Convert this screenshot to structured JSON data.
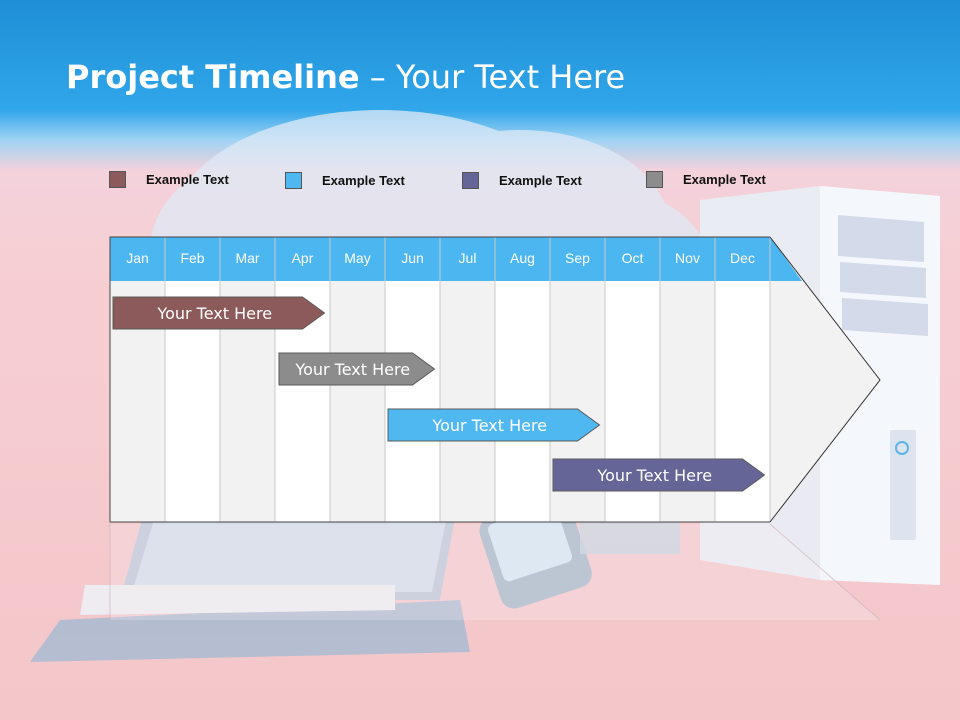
{
  "slide": {
    "title_bold": "Project Timeline",
    "title_rest": " – Your Text Here"
  },
  "colors": {
    "header_blue": "#31a6ea",
    "task1": "#8c5a5a",
    "task2": "#8c8c8c",
    "task3": "#4fb8f0",
    "task4": "#656598",
    "month_header": "#4cb6f0"
  },
  "legend": [
    {
      "label": "Example Text",
      "color": "#8c5a5a"
    },
    {
      "label": "Example Text",
      "color": "#4fb8f0"
    },
    {
      "label": "Example Text",
      "color": "#656598"
    },
    {
      "label": "Example Text",
      "color": "#8c8c8c"
    }
  ],
  "timeline": {
    "months": [
      "Jan",
      "Feb",
      "Mar",
      "Apr",
      "May",
      "Jun",
      "Jul",
      "Aug",
      "Sep",
      "Oct",
      "Nov",
      "Dec"
    ],
    "tasks": [
      {
        "label": "Your  Text Here",
        "color": "#8c5a5a",
        "start_month": "Jan",
        "end_month": "Apr"
      },
      {
        "label": "Your  Text Here",
        "color": "#8c8c8c",
        "start_month": "Apr",
        "end_month": "Jun"
      },
      {
        "label": "Your  Text Here",
        "color": "#4fb8f0",
        "start_month": "Jun",
        "end_month": "Sep"
      },
      {
        "label": "Your  Text Here",
        "color": "#656598",
        "start_month": "Sep",
        "end_month": "Dec"
      }
    ]
  }
}
